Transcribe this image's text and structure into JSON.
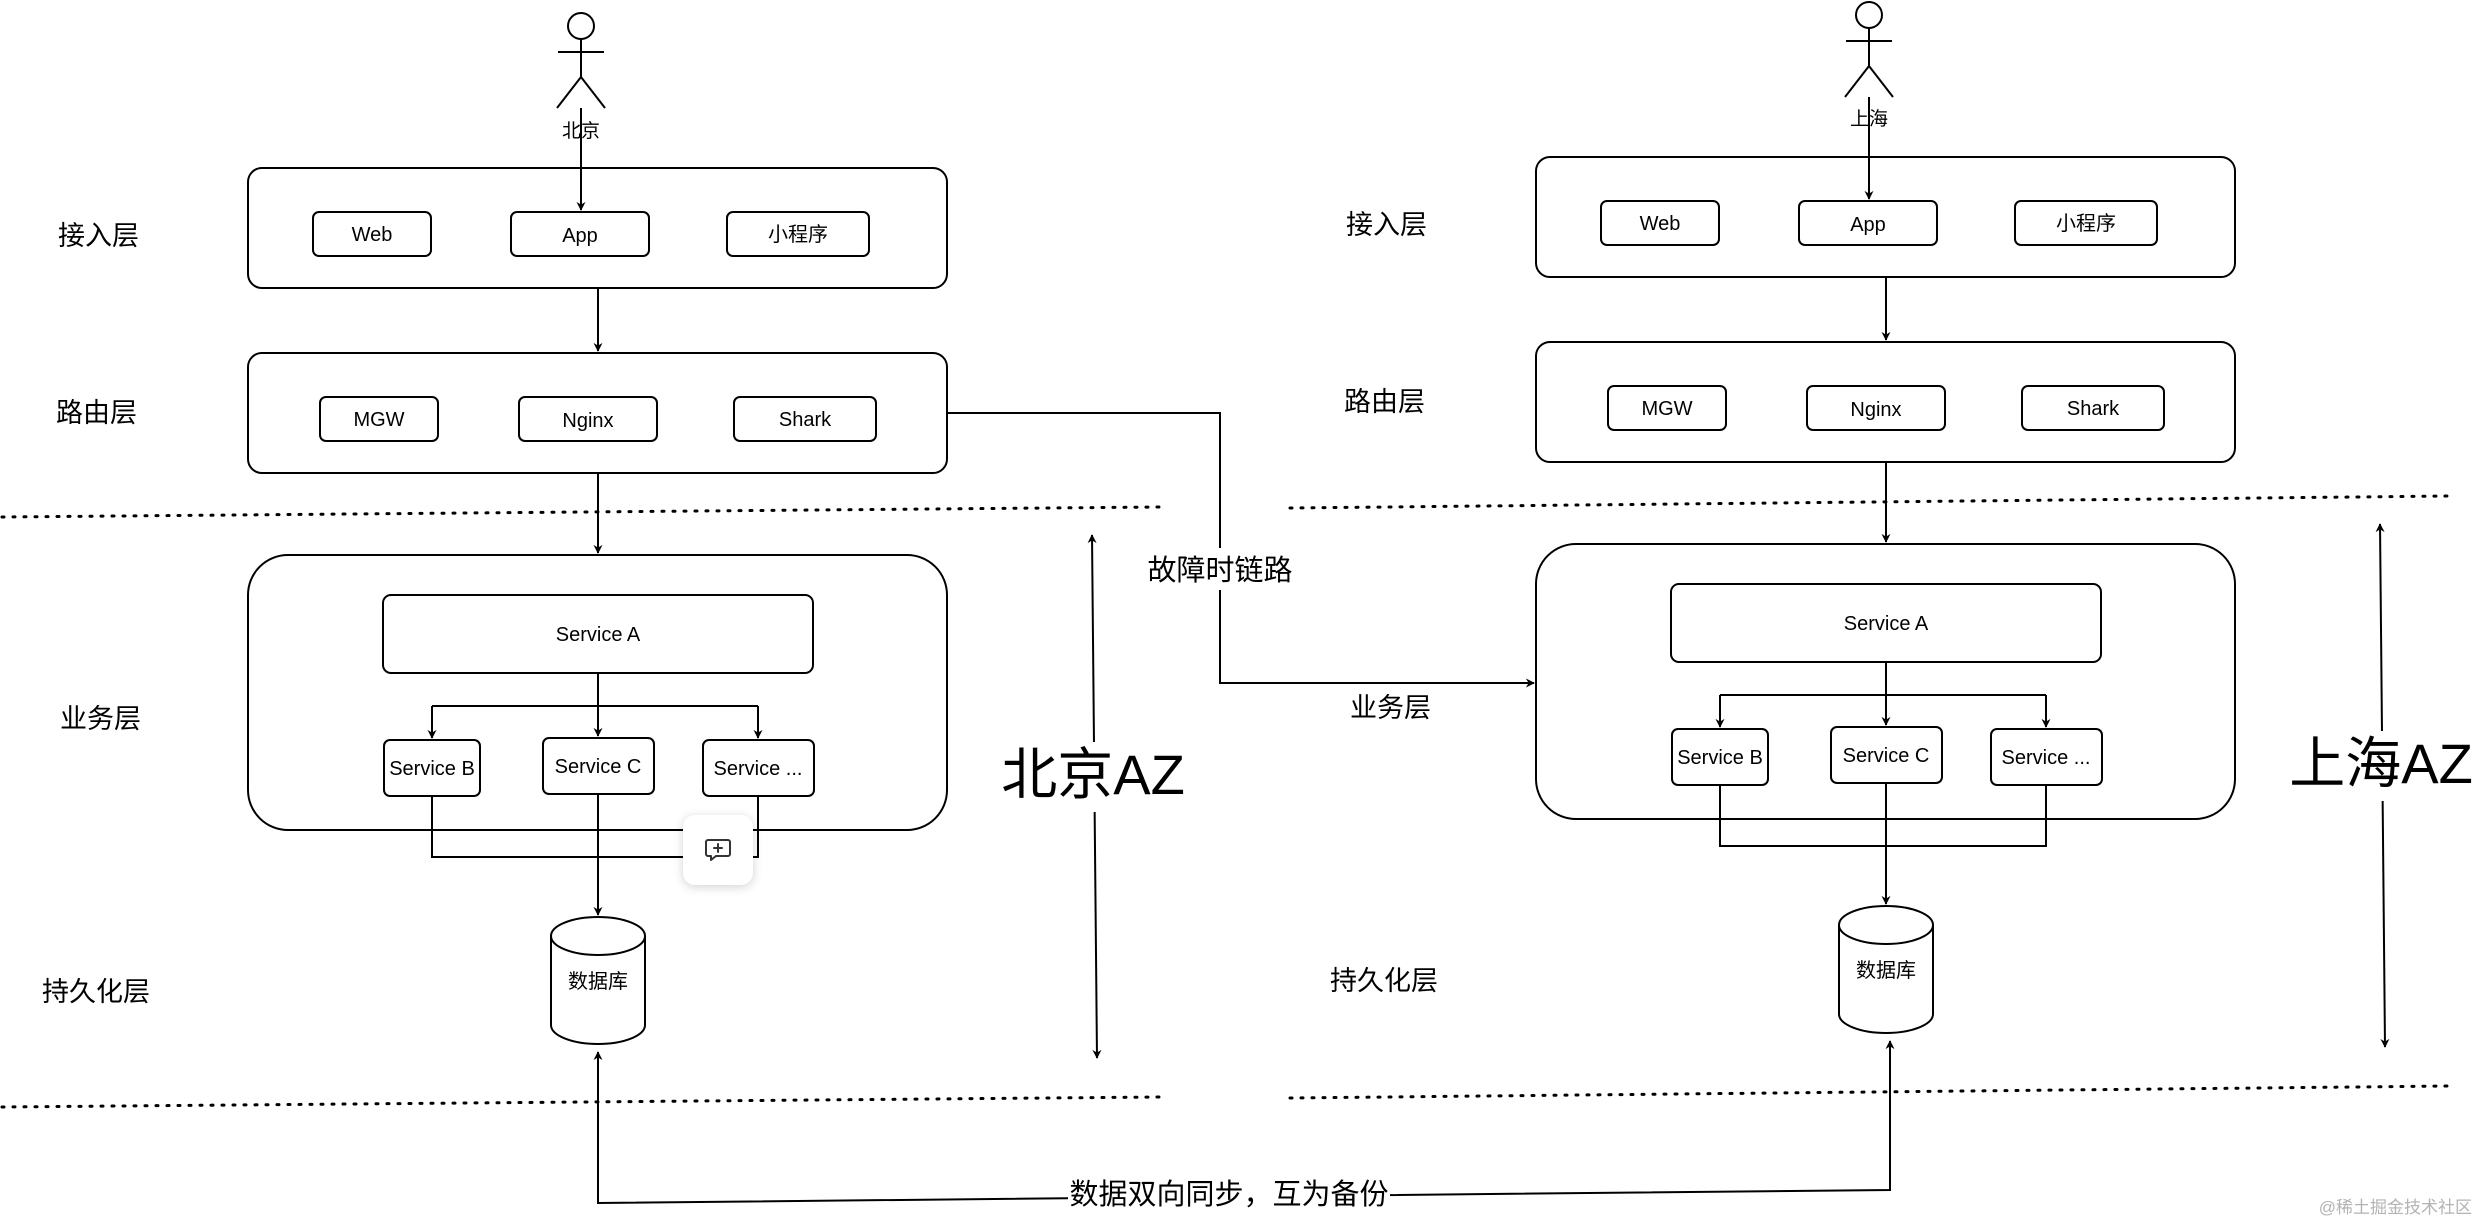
{
  "beijing": {
    "person": "北京",
    "layers": {
      "access": "接入层",
      "routing": "路由层",
      "business": "业务层",
      "persistence": "持久化层"
    },
    "access_nodes": [
      "Web",
      "App",
      "小程序"
    ],
    "routing_nodes": [
      "MGW",
      "Nginx",
      "Shark"
    ],
    "service_a": "Service A",
    "services": [
      "Service B",
      "Service C",
      "Service ..."
    ],
    "database": "数据库",
    "az_label": "北京AZ"
  },
  "shanghai": {
    "person": "上海",
    "layers": {
      "access": "接入层",
      "routing": "路由层",
      "business": "业务层",
      "persistence": "持久化层"
    },
    "access_nodes": [
      "Web",
      "App",
      "小程序"
    ],
    "routing_nodes": [
      "MGW",
      "Nginx",
      "Shark"
    ],
    "service_a": "Service A",
    "services": [
      "Service B",
      "Service C",
      "Service ..."
    ],
    "database": "数据库",
    "az_label": "上海AZ"
  },
  "failover_label": "故障时链路",
  "sync_label": "数据双向同步，互为备份",
  "watermark": "@稀土掘金技术社区",
  "icons": {
    "comment": "comment-add-icon"
  }
}
